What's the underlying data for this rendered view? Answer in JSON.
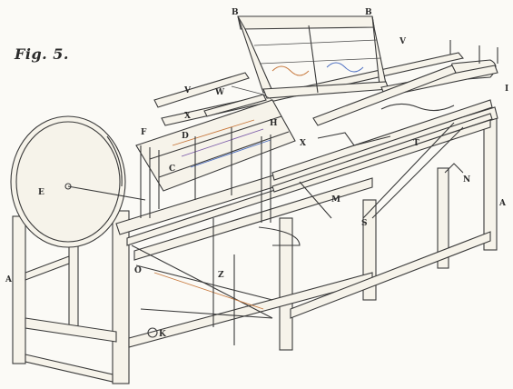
{
  "figure": {
    "title": "Fig. 5.",
    "labels": {
      "B_left": "B",
      "B_right": "B",
      "V_top": "V",
      "I": "I",
      "V_left": "V",
      "W": "W",
      "X_left": "X",
      "H": "H",
      "F": "F",
      "C": "C",
      "D": "D",
      "E": "E",
      "X_mid": "X",
      "T": "T",
      "M": "M",
      "N": "N",
      "A_left": "A",
      "A_right": "A",
      "O": "O",
      "Z": "Z",
      "K": "K",
      "S": "S"
    }
  },
  "colors": {
    "paper": "#fbfaf6",
    "ink": "#3a3a3a",
    "orange_tint": "#c7773b",
    "violet_tint": "#7b5ba8",
    "blue_tint": "#4c6ec2"
  }
}
